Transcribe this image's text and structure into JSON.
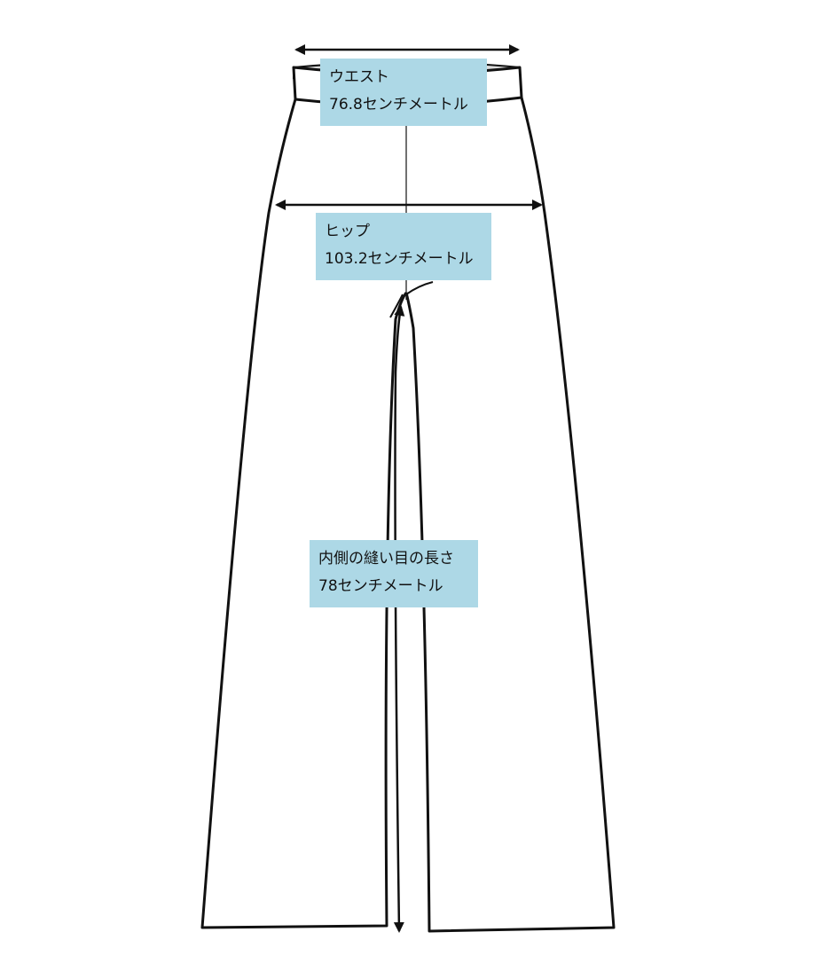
{
  "measurements": {
    "waist": {
      "label": "ウエスト",
      "value": "76.8センチメートル"
    },
    "hip": {
      "label": "ヒップ",
      "value": "103.2センチメートル"
    },
    "inseam": {
      "label": "内側の縫い目の長さ",
      "value": "78センチメートル"
    }
  },
  "colors": {
    "label_background": "#add8e6",
    "outline": "#111111"
  }
}
